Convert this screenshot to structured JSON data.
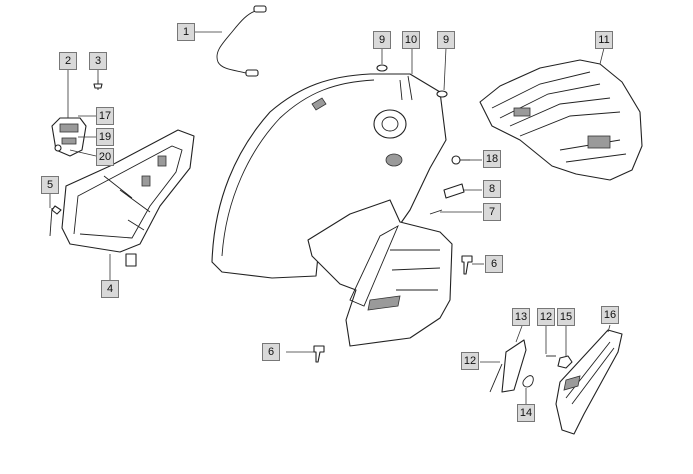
{
  "callouts": [
    {
      "id": "c1",
      "label": "1"
    },
    {
      "id": "c2",
      "label": "2"
    },
    {
      "id": "c3",
      "label": "3"
    },
    {
      "id": "c4",
      "label": "4"
    },
    {
      "id": "c5",
      "label": "5"
    },
    {
      "id": "c6a",
      "label": "6"
    },
    {
      "id": "c6b",
      "label": "6"
    },
    {
      "id": "c7",
      "label": "7"
    },
    {
      "id": "c8",
      "label": "8"
    },
    {
      "id": "c9a",
      "label": "9"
    },
    {
      "id": "c9b",
      "label": "9"
    },
    {
      "id": "c10",
      "label": "10"
    },
    {
      "id": "c11",
      "label": "11"
    },
    {
      "id": "c12a",
      "label": "12"
    },
    {
      "id": "c12b",
      "label": "12"
    },
    {
      "id": "c13",
      "label": "13"
    },
    {
      "id": "c14",
      "label": "14"
    },
    {
      "id": "c15",
      "label": "15"
    },
    {
      "id": "c16",
      "label": "16"
    },
    {
      "id": "c17",
      "label": "17"
    },
    {
      "id": "c18",
      "label": "18"
    },
    {
      "id": "c19",
      "label": "19"
    },
    {
      "id": "c20",
      "label": "20"
    }
  ]
}
